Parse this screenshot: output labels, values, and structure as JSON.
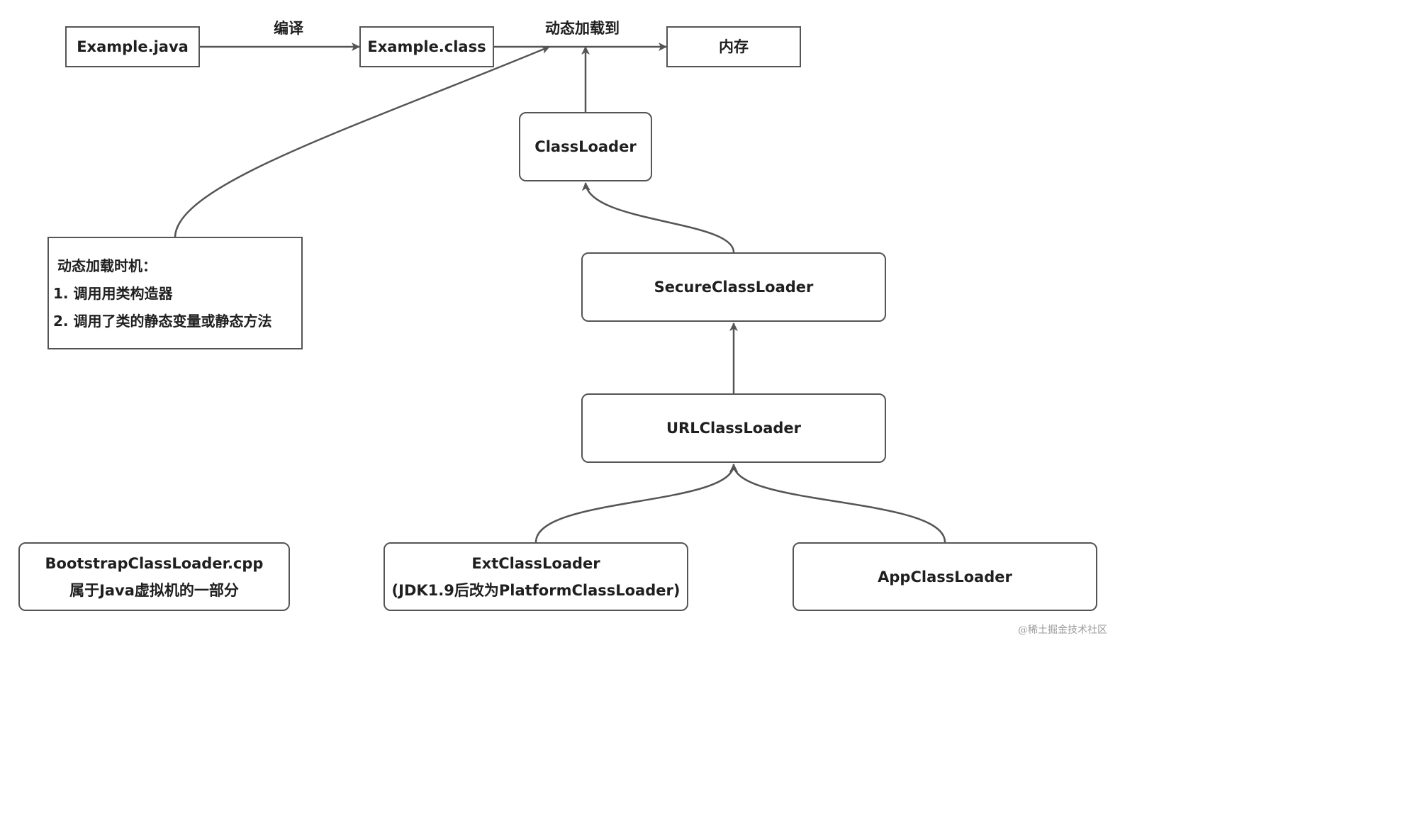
{
  "nodes": {
    "example_java": "Example.java",
    "example_class": "Example.class",
    "memory": "内存",
    "classloader": "ClassLoader",
    "secure_classloader": "SecureClassLoader",
    "url_classloader": "URLClassLoader",
    "bootstrap": {
      "line1": "BootstrapClassLoader.cpp",
      "line2": "属于Java虚拟机的一部分"
    },
    "ext": {
      "line1": "ExtClassLoader",
      "line2": "(JDK1.9后改为PlatformClassLoader)"
    },
    "app": "AppClassLoader"
  },
  "edges": {
    "compile": "编译",
    "dynamic_load": "动态加载到"
  },
  "note": {
    "title": "动态加载时机：",
    "item1": "1. 调用用类构造器",
    "item2": "2. 调用了类的静态变量或静态方法"
  },
  "watermark": "@稀土掘金技术社区",
  "colors": {
    "stroke": "#555555",
    "text": "#1f1f1f"
  }
}
